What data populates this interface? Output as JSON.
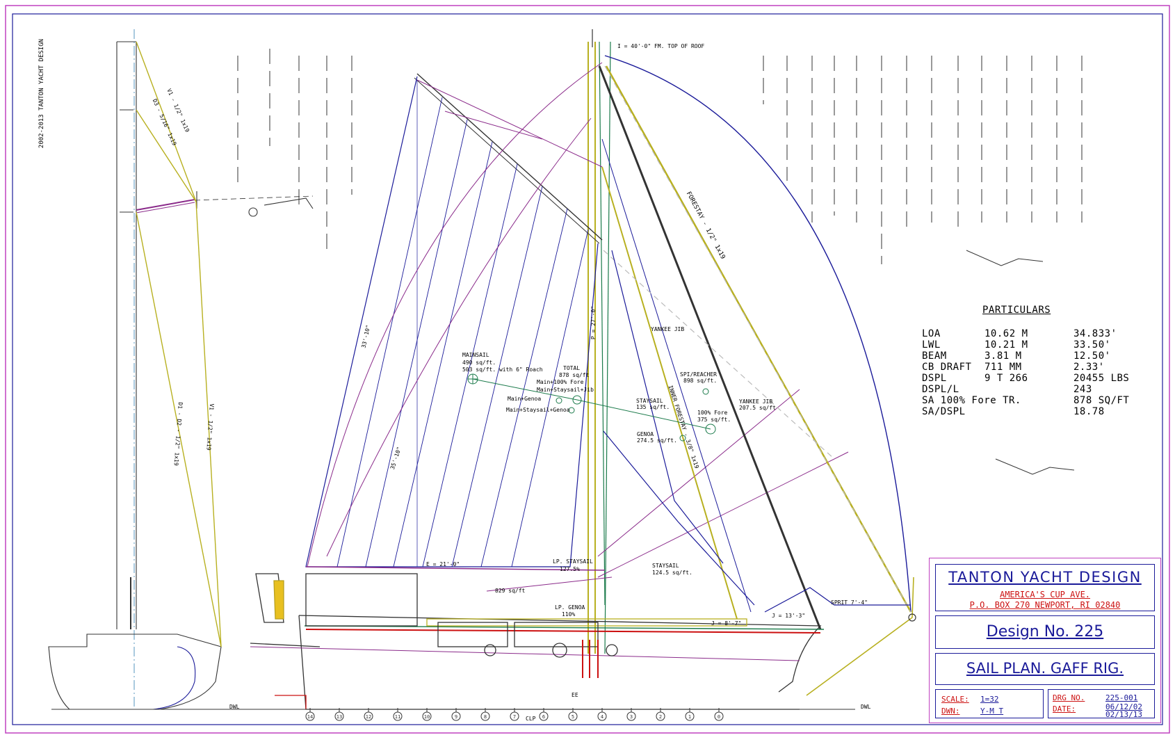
{
  "drawing": {
    "copyright": "2002-2013 TANTON YACHT DESIGN",
    "dimension_labels": {
      "top_of_roof": "I = 40'-0\" FM. TOP OF ROOF",
      "forestay": "FORESTAY - 1/2\" 1x19",
      "inner_forestay": "INNER FORESTAY - 3/8\" 1x19",
      "p_height": "P = 27'-0\"",
      "luff_33": "33'-10\"",
      "leech_35": "35'-10\"",
      "boom_e": "E = 21'-0\"",
      "j_value": "J = 8'-7\"",
      "j2_value": "J = 13'-3\"",
      "sprit": "SPRIT 7'-4\"",
      "d3": "D3 - 5/16\" 1x19",
      "v1_top": "V1 - 1/2\" 1x19",
      "d1": "D1 - D2 - 1/2\" 1x19",
      "v1_low": "V1 - 1/2\" 1x19"
    },
    "sail_labels": {
      "mainsail": "MAINSAIL",
      "mainsail_area1": "490 sq/ft.",
      "mainsail_area2": "503 sq/ft. with 6\" Roach",
      "total": "TOTAL",
      "total_area": "878 sq/ft",
      "main_fore": "Main+100% Fore",
      "main_staysail_jib": "Main+Staysail+Jib",
      "main_gennaker": "Main+Genoa",
      "main_staysail_genoa": "Main+Staysail+Genoa",
      "staysail_upper": "STAYSAIL",
      "staysail_upper_area": "135 sq/ft.",
      "yankee_jib": "YANKEE JIB",
      "spi_reacher": "SPI/REACHER",
      "spi_area": "898 sq/ft.",
      "yankee_jib2": "YANKEE JIB",
      "yankee_jib2_area": "207.5 sq/ft",
      "fore100": "100% Fore",
      "fore100_area": "375 sq/ft.",
      "genoa": "GENOA",
      "genoa_area": "274.5 sq/ft.",
      "lp_staysail": "LP. STAYSAIL",
      "lp_staysail_pct": "127.5%",
      "staysail_lower": "STAYSAIL",
      "staysail_lower_area": "124.5 sq/ft.",
      "lp_genoa": "LP. GENOA",
      "lp_genoa_pct": "110%",
      "area_829": "829 sq/ft"
    },
    "waterline_labels": {
      "dwl_left": "DWL",
      "dwl_right": "DWL",
      "ee": "EE",
      "clp": "CLP"
    },
    "station_numbers": [
      "14",
      "13",
      "12",
      "11",
      "10",
      "9",
      "8",
      "7",
      "6",
      "5",
      "4",
      "3",
      "2",
      "1",
      "0"
    ]
  },
  "particulars": {
    "heading": "PARTICULARS",
    "rows": [
      {
        "label": "LOA",
        "metric": "10.62  M",
        "imperial": "34.833'"
      },
      {
        "label": "LWL",
        "metric": "10.21  M",
        "imperial": "33.50'"
      },
      {
        "label": "BEAM",
        "metric": "3.81  M",
        "imperial": "12.50'"
      },
      {
        "label": "CB  DRAFT",
        "metric": "711  MM",
        "imperial": "2.33'"
      },
      {
        "label": "DSPL",
        "metric": "9  T  266",
        "imperial": "20455  LBS"
      },
      {
        "label": "DSPL/L",
        "metric": "",
        "imperial": "243"
      },
      {
        "label": "SA  100%  Fore  TR.",
        "metric": "",
        "imperial": "878  SQ/FT"
      },
      {
        "label": "SA/DSPL",
        "metric": "",
        "imperial": "18.78"
      }
    ]
  },
  "title_block": {
    "firm": "TANTON YACHT DESIGN",
    "address1": "AMERICA'S CUP AVE.",
    "address2": "P.O. BOX 270 NEWPORT, RI 02840",
    "design_no": "Design No. 225",
    "sheet_title": "SAIL PLAN. GAFF RIG.",
    "scale_label": "SCALE:",
    "scale_value": "1=32",
    "dwn_label": "DWN:",
    "dwn_value": "Y-M T",
    "drg_label": "DRG NO.",
    "drg_value": "225-001",
    "date_label": "DATE:",
    "date1": "06/12/02",
    "date2": "02/13/13"
  },
  "colors": {
    "border": "#c040c0",
    "ink_blue": "#1a1a99",
    "ink_red": "#cc1010",
    "rig_yellow": "#b8b020",
    "sail_purple": "#8a2a8a",
    "sail_green": "#1a7a4a"
  }
}
